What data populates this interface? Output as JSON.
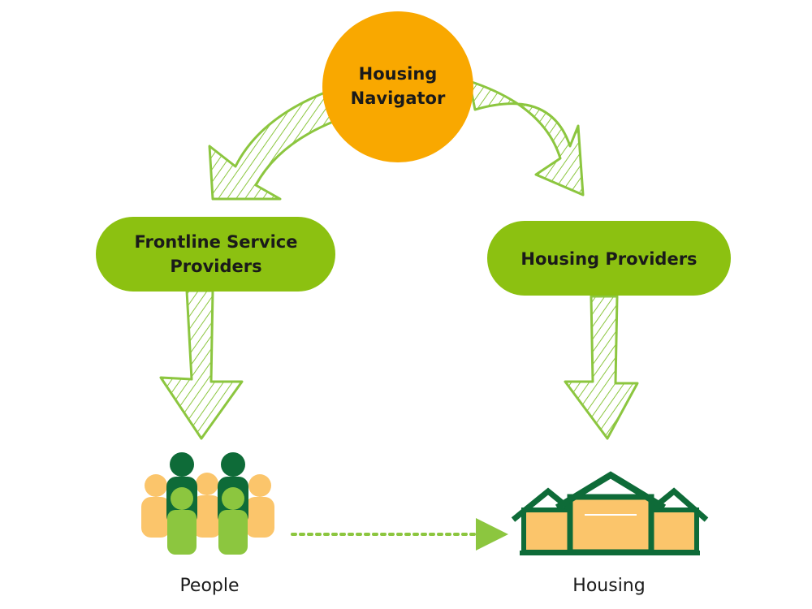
{
  "nodes": {
    "navigator": {
      "line1": "Housing",
      "line2": "Navigator"
    },
    "frontline": {
      "line1": "Frontline Service",
      "line2": "Providers"
    },
    "housing_providers": {
      "label": "Housing Providers"
    }
  },
  "captions": {
    "people": "People",
    "housing": "Housing"
  },
  "colors": {
    "navigator_fill": "#F9A800",
    "box_fill": "#8CC111",
    "arrow_stroke": "#8CC63F",
    "dark_green": "#0E6B38",
    "light_green": "#8CC63F",
    "peach": "#FBC56B"
  },
  "icons": {
    "people": "people-group-icon",
    "housing": "houses-icon"
  }
}
